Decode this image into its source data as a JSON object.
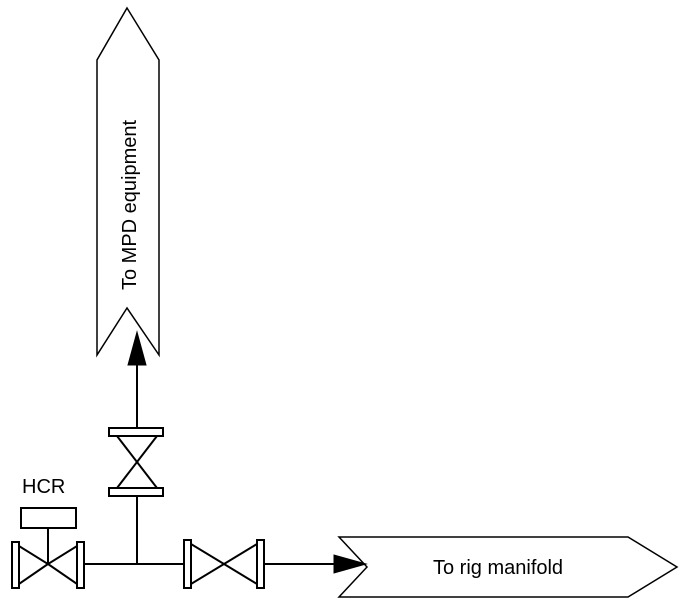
{
  "labels": {
    "mpd": "To MPD equipment",
    "rig": "To rig manifold",
    "hcr": "HCR"
  }
}
